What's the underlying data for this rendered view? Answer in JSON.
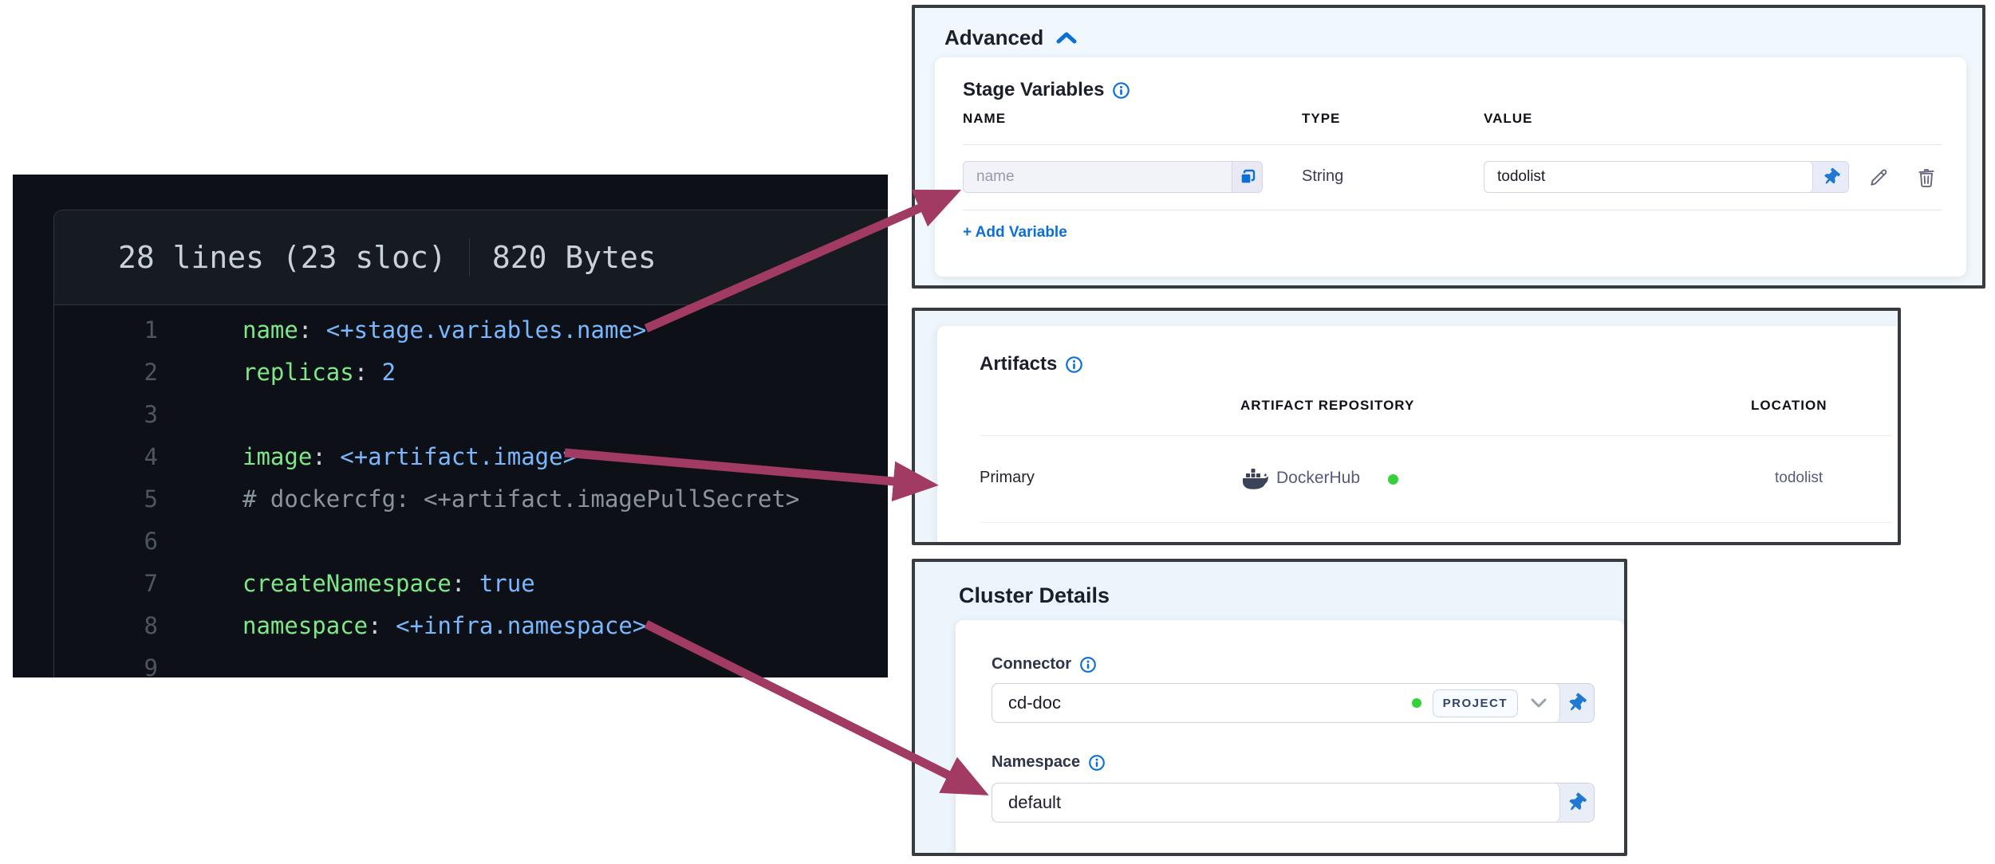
{
  "colors": {
    "accent_blue": "#0a6fd6",
    "arrow": "#a23b64",
    "code_key_green": "#7ee787",
    "code_value_blue": "#79b8ff",
    "code_comment_gray": "#8b949e",
    "status_green": "#35d13c",
    "panel_border": "#383b40"
  },
  "icons": {
    "info": "info-icon",
    "chevron_up": "chevron-up-icon",
    "chevron_down": "chevron-down-icon",
    "copy": "copy-icon",
    "pin": "pin-icon",
    "edit": "pencil-icon",
    "delete": "trash-icon",
    "docker": "docker-whale-icon",
    "status": "green-status-dot"
  },
  "code_viewer": {
    "header": {
      "lines_info": "28 lines (23 sloc)",
      "size_info": "820 Bytes"
    },
    "lines": [
      {
        "num": "1",
        "key": "name",
        "sep": ": ",
        "value": "<+stage.variables.name>"
      },
      {
        "num": "2",
        "key": "replicas",
        "sep": ": ",
        "value": "2"
      },
      {
        "num": "3"
      },
      {
        "num": "4",
        "key": "image",
        "sep": ": ",
        "value": "<+artifact.image>"
      },
      {
        "num": "5",
        "comment": "# dockercfg: <+artifact.imagePullSecret>"
      },
      {
        "num": "6"
      },
      {
        "num": "7",
        "key": "createNamespace",
        "sep": ": ",
        "value": "true"
      },
      {
        "num": "8",
        "key": "namespace",
        "sep": ": ",
        "value": "<+infra.namespace>"
      },
      {
        "num": "9"
      }
    ]
  },
  "advanced_panel": {
    "title": "Advanced",
    "section_title": "Stage Variables",
    "columns": {
      "name": "NAME",
      "type": "TYPE",
      "value": "VALUE"
    },
    "row": {
      "name_placeholder": "name",
      "type": "String",
      "value": "todolist"
    },
    "add_variable_label": "+ Add Variable"
  },
  "artifacts_panel": {
    "title": "Artifacts",
    "columns": {
      "repository": "ARTIFACT REPOSITORY",
      "location": "LOCATION"
    },
    "row": {
      "name": "Primary",
      "repository": "DockerHub",
      "location": "todolist"
    }
  },
  "cluster_panel": {
    "title": "Cluster Details",
    "connector_label": "Connector",
    "connector_value": "cd-doc",
    "connector_scope_badge": "PROJECT",
    "namespace_label": "Namespace",
    "namespace_value": "default"
  }
}
